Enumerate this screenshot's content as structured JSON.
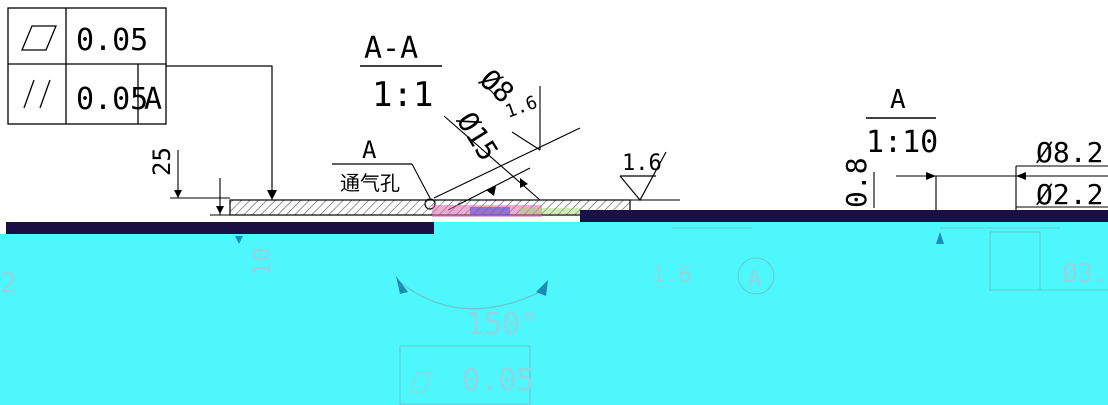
{
  "colors": {
    "background": "#ffffff",
    "ink": "#000000",
    "navy_bar": "#1a1046",
    "cyan_region": "#4ef7fb",
    "faded_ink": "#8fd6e4",
    "cyan_line": "#67c8d6",
    "hatch": "#555555"
  },
  "fcf": {
    "row1": {
      "symbol": "flatness-icon",
      "tolerance": "0.05",
      "datum": ""
    },
    "row2": {
      "symbol": "parallelism-icon",
      "tolerance": "0.05",
      "datum": "A"
    }
  },
  "section_view": {
    "name": "A-A",
    "scale": "1:1"
  },
  "detail_view": {
    "name": "A",
    "scale": "1:10"
  },
  "dimensions": {
    "height_25": "25",
    "dia_8": "Ø8",
    "dia_15": "Ø15",
    "roughness_small": "1.6",
    "roughness_top": "1.6",
    "datum_label": "A",
    "vent_hole": "通气孔",
    "dim_0_8": "0.8",
    "dia_8_2": "Ø8.2",
    "dia_2_2": "Ø2.2"
  },
  "overlay_labels": {
    "dim_10": "10",
    "dim_left_clip": "2",
    "roughness_mid": "1.6",
    "datum_circle": "A",
    "angle": "150°",
    "flatness_bottom": "0.05",
    "dia_right_clip": "Ø3."
  }
}
